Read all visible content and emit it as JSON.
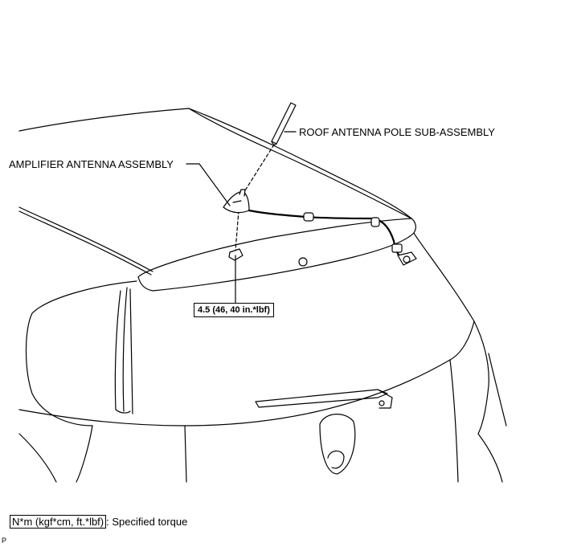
{
  "labels": {
    "roof_antenna_pole": "ROOF ANTENNA POLE SUB-ASSEMBLY",
    "amplifier_antenna": "AMPLIFIER ANTENNA ASSEMBLY"
  },
  "torque_spec": "4.5 (46, 40 in.*lbf)",
  "legend": {
    "key": "N*m (kgf*cm, ft.*lbf)",
    "description": ": Specified torque"
  },
  "corner_mark": "P"
}
